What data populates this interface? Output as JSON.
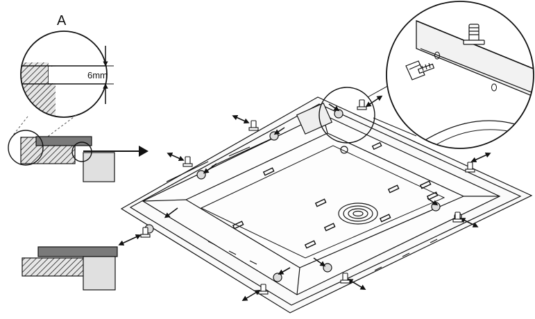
{
  "labels": {
    "detail_letter": "A",
    "gap_dimension": "6mm"
  },
  "colors": {
    "line": "#111111",
    "hatch_fill": "#d0d0d0",
    "counter_fill": "#e0e0e0",
    "hob_bar": "#7a7a7a"
  },
  "icons": {
    "arrow": "double-arrow",
    "screw": "screw-icon"
  }
}
